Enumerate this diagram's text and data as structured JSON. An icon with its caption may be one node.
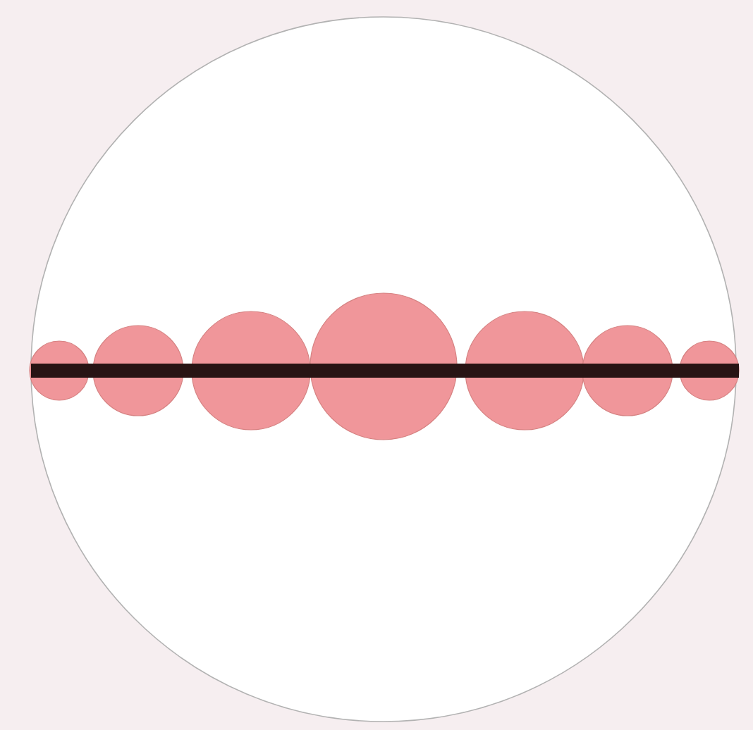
{
  "diagram": {
    "nodes": [
      {
        "text": [],
        "shape": "circle"
      },
      {
        "text": [],
        "shape": "circle",
        "in": 0
      },
      {
        "text": [],
        "shape": "circle",
        "in": 0
      },
      {
        "text": [],
        "shape": "circle",
        "in": 0
      },
      {
        "text": [],
        "shape": "circle",
        "in": 0
      },
      {
        "text": [],
        "shape": "circle",
        "in": 0
      },
      {
        "text": [],
        "shape": "circle",
        "in": 0
      },
      {
        "text": [],
        "shape": "circle",
        "in": 0
      },
      {
        "text": [],
        "shape": "bar",
        "in": 0
      }
    ]
  }
}
